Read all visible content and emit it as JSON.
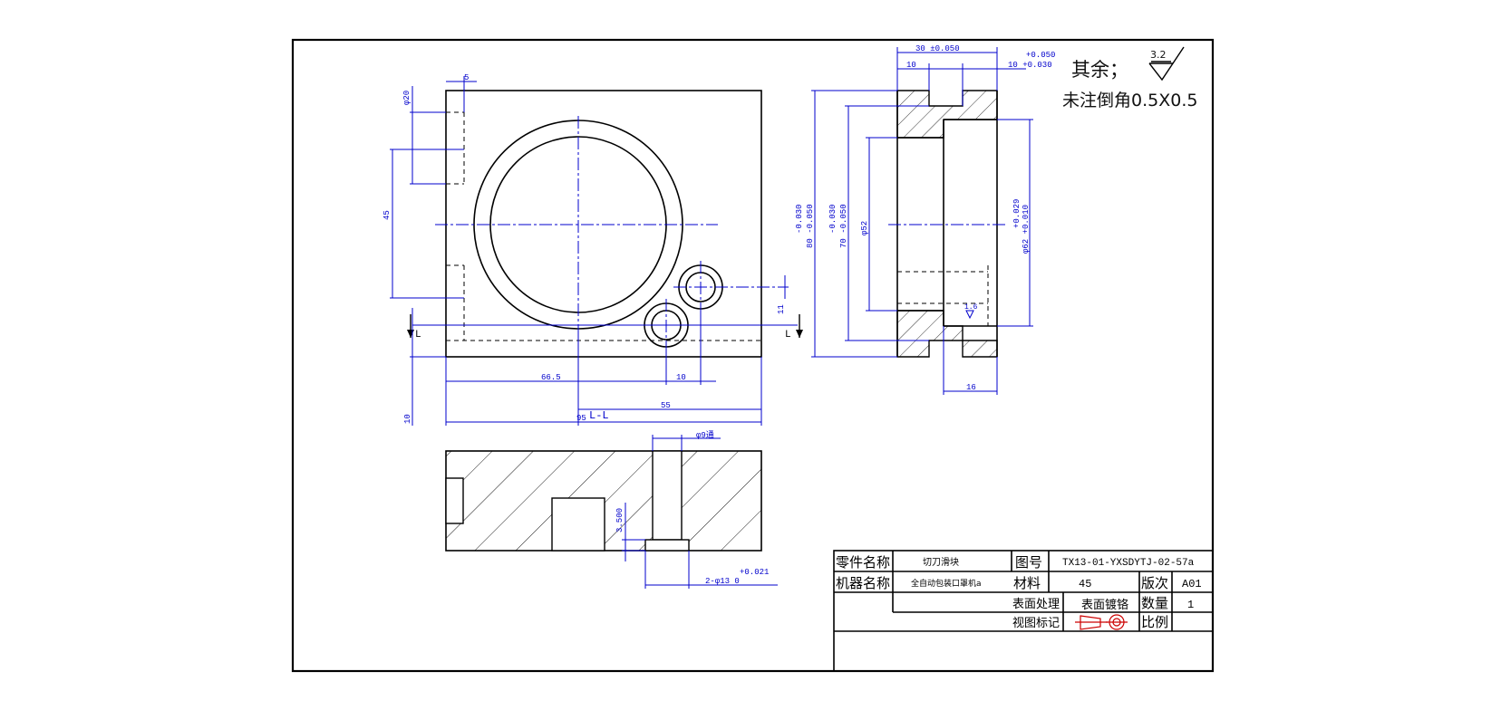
{
  "notes": {
    "remaining_label": "其余；",
    "roughness_default": "3.2",
    "chamfer_note": "未注倒角0.5X0.5"
  },
  "dimensions": {
    "d_5": "5",
    "d_phi20": "φ20",
    "d_45": "45",
    "d_10_left": "10",
    "d_66_5": "66.5",
    "d_10_hole": "10",
    "d_55": "55",
    "d_95": "95",
    "d_11": "11",
    "section_mark": "L",
    "section_label": "L-L",
    "d_30": "30 ±0.050",
    "d_10_top": "10",
    "d_10_top_r": "10 +0.030",
    "d_tol_top": "+0.050",
    "d_80": "80 -0.050",
    "d_80_up": "-0.030",
    "d_70": "70 -0.050",
    "d_70_up": "-0.030",
    "d_phi52": "φ52",
    "d_phi62": "φ62 +0.010",
    "d_phi62_up": "+0.029",
    "d_16": "16",
    "d_roughness_1_6": "1.6",
    "d_phi9": "φ9通",
    "d_3_5": "3.500",
    "d_2phi13": "2-φ13  0",
    "d_2phi13_up": "+0.021"
  },
  "title_block": {
    "part_name_label": "零件名称",
    "part_name": "切刀滑块",
    "drawing_no_label": "图号",
    "drawing_no": "TX13-01-YXSDYTJ-02-57a",
    "machine_name_label": "机器名称",
    "machine_name": "全自动包装口罩机a",
    "material_label": "材料",
    "material": "45",
    "version_label": "版次",
    "version": "A01",
    "surface_label": "表面处理",
    "surface": "表面镀铬",
    "quantity_label": "数量",
    "quantity": "1",
    "view_mark_label": "视图标记",
    "scale_label": "比例",
    "scale": ""
  }
}
